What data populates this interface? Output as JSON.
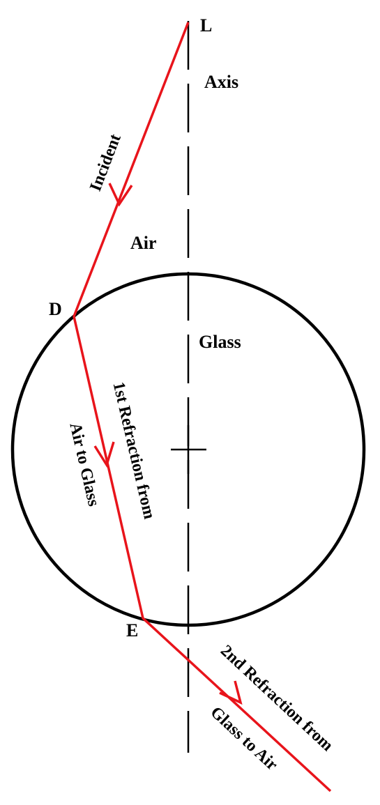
{
  "colors": {
    "ray": "#e8141b",
    "ink": "#000000",
    "background": "#ffffff"
  },
  "points": {
    "L": "L",
    "D": "D",
    "E": "E"
  },
  "regions": {
    "axis": "Axis",
    "air": "Air",
    "glass": "Glass"
  },
  "rays": {
    "incident": "Incident",
    "first_refraction_line1": "1st Refraction from",
    "first_refraction_line2": "Air to Glass",
    "second_refraction_line1": "2nd Refraction from",
    "second_refraction_line2": "Glass to Air"
  }
}
